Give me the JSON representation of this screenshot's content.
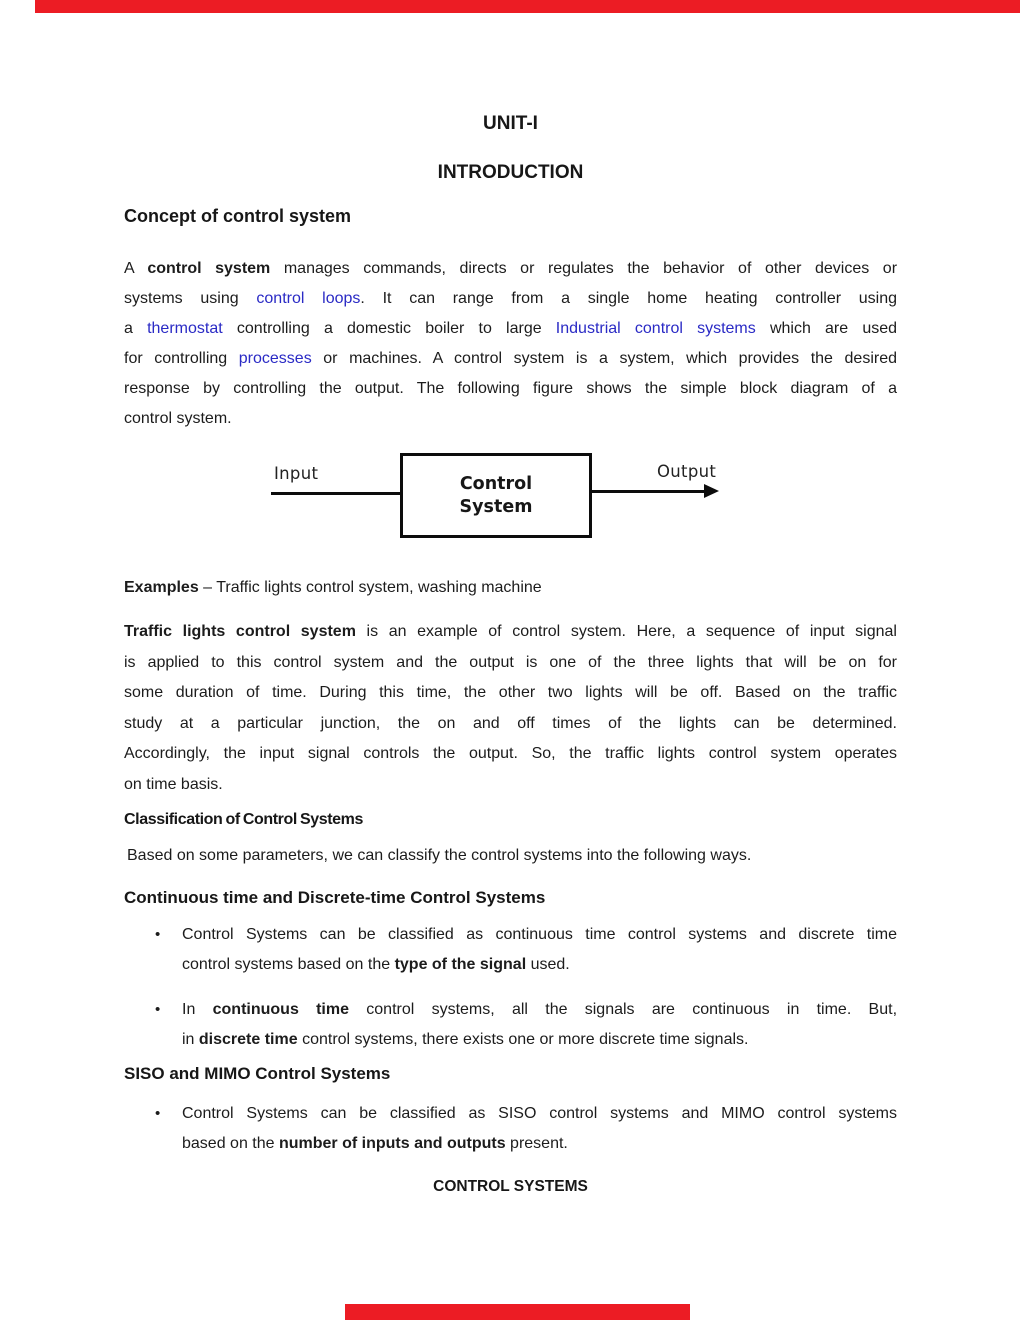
{
  "colors": {
    "accent_red": "#ec1c24",
    "link_blue": "#2a2ac5",
    "text": "#1c1c1c"
  },
  "header": {
    "unit_title": "UNIT-I",
    "doc_title": "INTRODUCTION"
  },
  "concept": {
    "heading": "Concept of control system",
    "paragraph_lines": [
      {
        "j": true,
        "seg": [
          {
            "t": "A "
          },
          {
            "t": "control system",
            "s": "b"
          },
          {
            "t": " manages commands, directs or regulates the behavior of other devices or"
          }
        ]
      },
      {
        "j": true,
        "seg": [
          {
            "t": "systems using "
          },
          {
            "t": "control loops",
            "s": "l"
          },
          {
            "t": ". It can range from a single home heating controller using"
          }
        ]
      },
      {
        "j": true,
        "seg": [
          {
            "t": "a "
          },
          {
            "t": "thermostat",
            "s": "l"
          },
          {
            "t": " controlling a domestic boiler to large "
          },
          {
            "t": "Industrial control systems",
            "s": "l"
          },
          {
            "t": " which are used"
          }
        ]
      },
      {
        "j": true,
        "seg": [
          {
            "t": "for controlling "
          },
          {
            "t": "processes",
            "s": "l"
          },
          {
            "t": " or machines. A control system is a system, which provides the desired"
          }
        ]
      },
      {
        "j": true,
        "seg": [
          {
            "t": "response by controlling the output. The following figure shows the simple block diagram of a"
          }
        ]
      },
      {
        "j": false,
        "seg": [
          {
            "t": "control system."
          }
        ]
      }
    ]
  },
  "diagram": {
    "input_label": "Input",
    "output_label": "Output",
    "box_line1": "Control",
    "box_line2": "System"
  },
  "examples": {
    "line": [
      {
        "t": "Examples",
        "s": "b"
      },
      {
        "t": " – Traffic lights control system, washing machine"
      }
    ]
  },
  "traffic": {
    "paragraph_lines": [
      {
        "j": true,
        "seg": [
          {
            "t": "Traffic lights control system",
            "s": "b"
          },
          {
            "t": " is an example of control system. Here, a sequence of input signal"
          }
        ]
      },
      {
        "j": true,
        "seg": [
          {
            "t": "is applied to this control system and the output is one of the three lights that will be on for"
          }
        ]
      },
      {
        "j": true,
        "seg": [
          {
            "t": "some duration of time. During this time, the other two lights will be off. Based on the traffic"
          }
        ]
      },
      {
        "j": true,
        "seg": [
          {
            "t": "study at a particular junction, the on and off times of the lights can be determined."
          }
        ]
      },
      {
        "j": true,
        "seg": [
          {
            "t": "Accordingly, the input signal controls the output. So, the traffic lights control system operates"
          }
        ]
      },
      {
        "j": false,
        "seg": [
          {
            "t": "on time basis."
          }
        ]
      }
    ]
  },
  "classification": {
    "heading": "Classification of Control Systems",
    "based_text": "Based on some parameters, we can classify the control systems into the following ways."
  },
  "continuous_section": {
    "heading": "Continuous time and Discrete-time Control Systems",
    "bullet_marker": "•",
    "bullet1_lines": [
      {
        "j": true,
        "seg": [
          {
            "t": "Control Systems can be classified as continuous time control systems and discrete time"
          }
        ]
      },
      {
        "j": false,
        "seg": [
          {
            "t": "control systems based on the "
          },
          {
            "t": "type of the signal",
            "s": "b"
          },
          {
            "t": " used."
          }
        ]
      }
    ],
    "bullet2_lines": [
      {
        "j": true,
        "seg": [
          {
            "t": "In "
          },
          {
            "t": "continuous time",
            "s": "b"
          },
          {
            "t": " control systems, all the signals are continuous in time. But,"
          }
        ]
      },
      {
        "j": false,
        "seg": [
          {
            "t": "in "
          },
          {
            "t": "discrete time",
            "s": "b"
          },
          {
            "t": " control systems, there exists one or more discrete time signals."
          }
        ]
      }
    ]
  },
  "siso_section": {
    "heading": "SISO and MIMO Control Systems",
    "bullet_marker": "•",
    "bullet1_lines": [
      {
        "j": true,
        "seg": [
          {
            "t": "Control Systems can be classified as SISO control systems and MIMO control systems"
          }
        ]
      },
      {
        "j": false,
        "seg": [
          {
            "t": "based on the "
          },
          {
            "t": "number of inputs and outputs",
            "s": "b"
          },
          {
            "t": " present."
          }
        ]
      }
    ]
  },
  "footer": {
    "text": "CONTROL SYSTEMS"
  }
}
